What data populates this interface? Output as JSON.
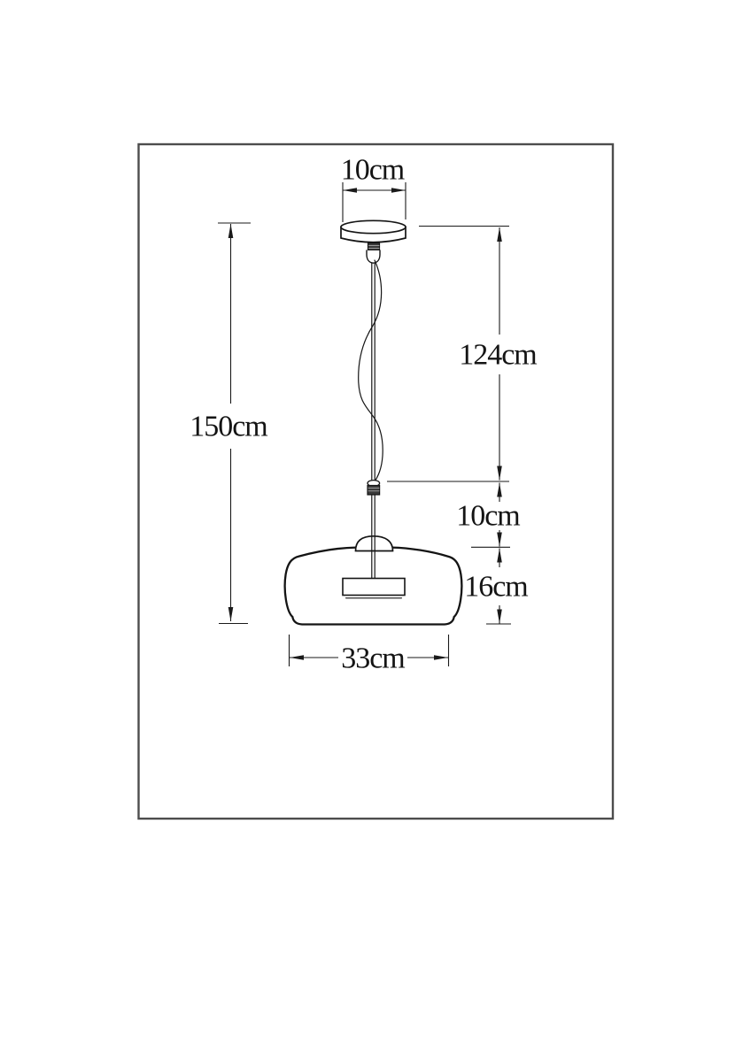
{
  "drawing": {
    "subject": "pendant-lamp-dimension-diagram"
  },
  "dimensions": {
    "canopy_width": {
      "label": "10cm",
      "value_cm": 10
    },
    "drop_height": {
      "label": "124cm",
      "value_cm": 124
    },
    "overall_height": {
      "label": "150cm",
      "value_cm": 150
    },
    "stem_gap": {
      "label": "10cm",
      "value_cm": 10
    },
    "shade_height": {
      "label": "16cm",
      "value_cm": 16
    },
    "shade_width": {
      "label": "33cm",
      "value_cm": 33
    }
  },
  "colors": {
    "line": "#141414",
    "dimension_line": "#1a1a1a",
    "frame_border": "#4d4d4d",
    "fitting_fill": "#3a3a3a",
    "background": "#ffffff"
  }
}
